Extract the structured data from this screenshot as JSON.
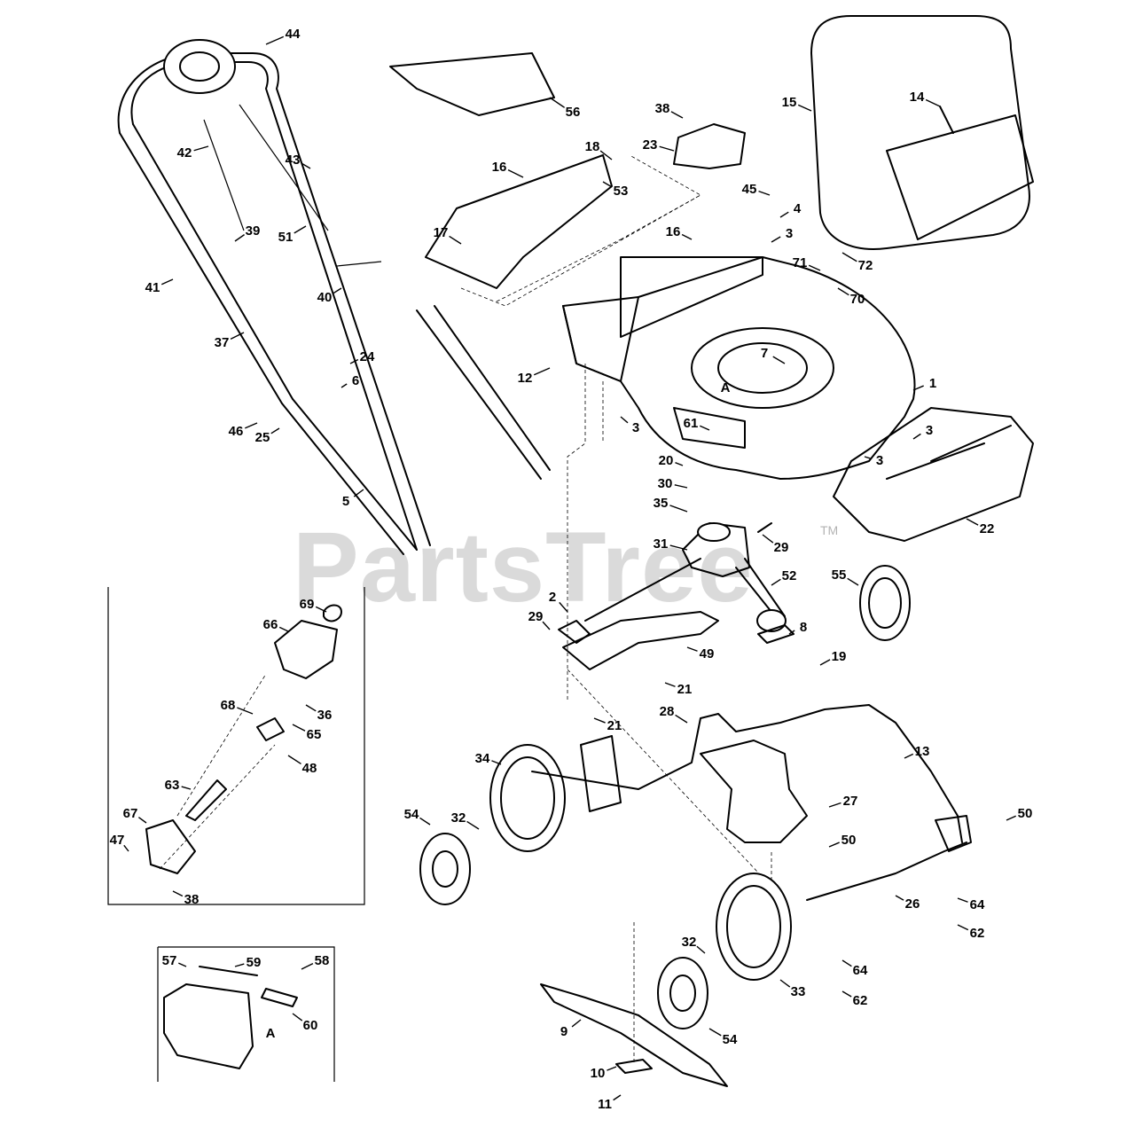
{
  "watermark": {
    "text": "PartsTree",
    "mark": "TM"
  },
  "callouts": [
    {
      "label": "44"
    },
    {
      "label": "56"
    },
    {
      "label": "15"
    },
    {
      "label": "14"
    },
    {
      "label": "38"
    },
    {
      "label": "23"
    },
    {
      "label": "18"
    },
    {
      "label": "16"
    },
    {
      "label": "53"
    },
    {
      "label": "42"
    },
    {
      "label": "43"
    },
    {
      "label": "51"
    },
    {
      "label": "39"
    },
    {
      "label": "17"
    },
    {
      "label": "45"
    },
    {
      "label": "4"
    },
    {
      "label": "16"
    },
    {
      "label": "3"
    },
    {
      "label": "72"
    },
    {
      "label": "71"
    },
    {
      "label": "70"
    },
    {
      "label": "41"
    },
    {
      "label": "40"
    },
    {
      "label": "37"
    },
    {
      "label": "24"
    },
    {
      "label": "6"
    },
    {
      "label": "7"
    },
    {
      "label": "A"
    },
    {
      "label": "12"
    },
    {
      "label": "1"
    },
    {
      "label": "46"
    },
    {
      "label": "25"
    },
    {
      "label": "3"
    },
    {
      "label": "61"
    },
    {
      "label": "3"
    },
    {
      "label": "3"
    },
    {
      "label": "20"
    },
    {
      "label": "5"
    },
    {
      "label": "30"
    },
    {
      "label": "35"
    },
    {
      "label": "22"
    },
    {
      "label": "29"
    },
    {
      "label": "31"
    },
    {
      "label": "55"
    },
    {
      "label": "52"
    },
    {
      "label": "69"
    },
    {
      "label": "2"
    },
    {
      "label": "66"
    },
    {
      "label": "29"
    },
    {
      "label": "8"
    },
    {
      "label": "49"
    },
    {
      "label": "19"
    },
    {
      "label": "21"
    },
    {
      "label": "21"
    },
    {
      "label": "68"
    },
    {
      "label": "36"
    },
    {
      "label": "65"
    },
    {
      "label": "28"
    },
    {
      "label": "48"
    },
    {
      "label": "13"
    },
    {
      "label": "34"
    },
    {
      "label": "63"
    },
    {
      "label": "27"
    },
    {
      "label": "67"
    },
    {
      "label": "54"
    },
    {
      "label": "32"
    },
    {
      "label": "50"
    },
    {
      "label": "47"
    },
    {
      "label": "50"
    },
    {
      "label": "38"
    },
    {
      "label": "26"
    },
    {
      "label": "64"
    },
    {
      "label": "62"
    },
    {
      "label": "57"
    },
    {
      "label": "59"
    },
    {
      "label": "58"
    },
    {
      "label": "32"
    },
    {
      "label": "64"
    },
    {
      "label": "60"
    },
    {
      "label": "A"
    },
    {
      "label": "33"
    },
    {
      "label": "62"
    },
    {
      "label": "9"
    },
    {
      "label": "54"
    },
    {
      "label": "10"
    },
    {
      "label": "11"
    }
  ]
}
